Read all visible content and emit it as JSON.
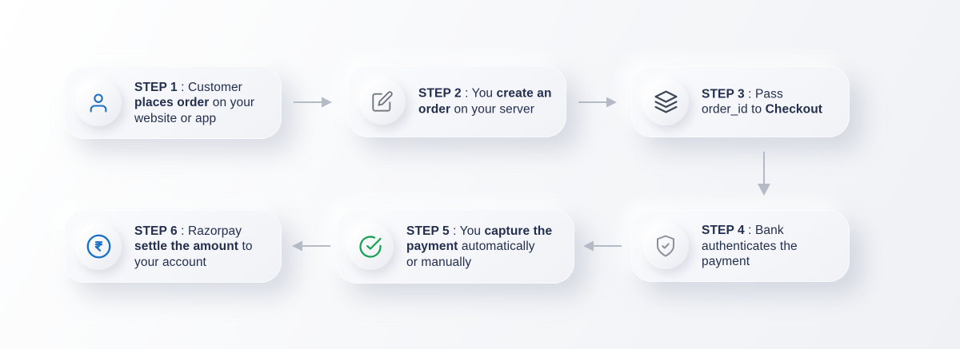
{
  "colors": {
    "background_start": "#ffffff",
    "background_end": "#eff1f5",
    "card_bg": "#f5f6fa",
    "text": "#232f4e",
    "arrow": "#b5bbc6",
    "blue": "#1a70c8",
    "green": "#17a253",
    "edit_gray": "#70767f",
    "layers_slate": "#3e4757",
    "shield_gray": "#8b919c"
  },
  "diagram": {
    "cards": [
      {
        "id": "step-1",
        "icon": "user-icon",
        "icon_color": "#1a70c8",
        "segments": [
          {
            "t": "STEP 1",
            "b": true
          },
          {
            "t": " : Customer",
            "b": false
          },
          {
            "br": true
          },
          {
            "t": "places order",
            "b": true
          },
          {
            "t": " on your",
            "b": false
          },
          {
            "br": true
          },
          {
            "t": "website or app",
            "b": false
          }
        ]
      },
      {
        "id": "step-2",
        "icon": "edit-icon",
        "icon_color": "#70767f",
        "segments": [
          {
            "t": "STEP 2",
            "b": true
          },
          {
            "t": " : You ",
            "b": false
          },
          {
            "t": "create an",
            "b": true
          },
          {
            "br": true
          },
          {
            "t": "order",
            "b": true
          },
          {
            "t": " on your server",
            "b": false
          }
        ]
      },
      {
        "id": "step-3",
        "icon": "layers-icon",
        "icon_color": "#3e4757",
        "segments": [
          {
            "t": "STEP 3",
            "b": true
          },
          {
            "t": " : Pass",
            "b": false
          },
          {
            "br": true
          },
          {
            "t": "order_id to ",
            "b": false
          },
          {
            "t": "Checkout",
            "b": true
          }
        ]
      },
      {
        "id": "step-4",
        "icon": "shield-check-icon",
        "icon_color": "#8b919c",
        "segments": [
          {
            "t": "STEP 4",
            "b": true
          },
          {
            "t": " : Bank",
            "b": false
          },
          {
            "br": true
          },
          {
            "t": "authenticates the",
            "b": false
          },
          {
            "br": true
          },
          {
            "t": "payment",
            "b": false
          }
        ]
      },
      {
        "id": "step-5",
        "icon": "check-circle-icon",
        "icon_color": "#17a253",
        "segments": [
          {
            "t": "STEP 5",
            "b": true
          },
          {
            "t": " : You ",
            "b": false
          },
          {
            "t": "capture the",
            "b": true
          },
          {
            "br": true
          },
          {
            "t": "payment",
            "b": true
          },
          {
            "t": " automatically",
            "b": false
          },
          {
            "br": true
          },
          {
            "t": "or manually",
            "b": false
          }
        ]
      },
      {
        "id": "step-6",
        "icon": "rupee-circle-icon",
        "icon_color": "#1a70c8",
        "segments": [
          {
            "t": "STEP 6",
            "b": true
          },
          {
            "t": " : Razorpay",
            "b": false
          },
          {
            "br": true
          },
          {
            "t": "settle the amount",
            "b": true
          },
          {
            "t": " to",
            "b": false
          },
          {
            "br": true
          },
          {
            "t": "your account",
            "b": false
          }
        ]
      }
    ],
    "connections": [
      {
        "from": "step-1",
        "to": "step-2",
        "direction": "right"
      },
      {
        "from": "step-2",
        "to": "step-3",
        "direction": "right"
      },
      {
        "from": "step-3",
        "to": "step-4",
        "direction": "down"
      },
      {
        "from": "step-4",
        "to": "step-5",
        "direction": "left"
      },
      {
        "from": "step-5",
        "to": "step-6",
        "direction": "left"
      }
    ]
  }
}
